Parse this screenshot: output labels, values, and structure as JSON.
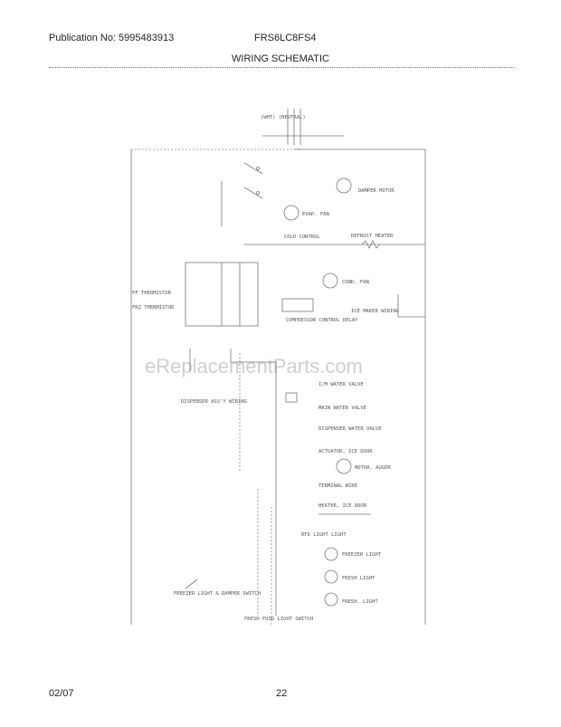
{
  "header": {
    "publication": "Publication No: 5995483913",
    "model": "FRS6LC8FS4",
    "title": "WIRING SCHEMATIC"
  },
  "footer": {
    "date": "02/07",
    "page": "22"
  },
  "watermark": "eReplacementParts.com",
  "diagram": {
    "labels": {
      "power_cord": "(WHT) (NEUTRAL)",
      "damper_motor": "DAMPER MOTOR",
      "evap_fan": "EVAP. FAN",
      "cold_control": "COLD CONTROL",
      "defrost_heater": "DEFROST HEATER",
      "condenser_fan": "COND. FAN",
      "ff_thermistor": "FF THERMISTOR",
      "frz_thermistor": "FRZ THERMISTOR",
      "compressor_control": "COMPRESSOR CONTROL RELAY",
      "ice_maker": "ICE MAKER WIRING",
      "dispenser_wiring": "DISPENSER ASS'Y WIRING",
      "ice_water_valve": "I/M WATER VALVE",
      "main_water_valve": "MAIN WATER VALVE",
      "dispenser_water_valve": "DISPENSER WATER VALVE",
      "actuator": "ACTUATOR, ICE DOOR",
      "motor_auger": "MOTOR, AUGER",
      "terminal_wire": "TERMINAL WIRE",
      "heater_ice_door": "HEATER, ICE DOOR",
      "rfd_light": "RFD LIGHT LIGHT",
      "freezer_light": "FREEZER LIGHT",
      "fresh_light": "FRESH LIGHT",
      "fresh_light_2": "FRESH. LIGHT",
      "freezer_light_switch": "FREEZER LIGHT & DAMPER SWITCH",
      "fresh_light_switch": "FRESH FOOD LIGHT SWITCH"
    }
  }
}
